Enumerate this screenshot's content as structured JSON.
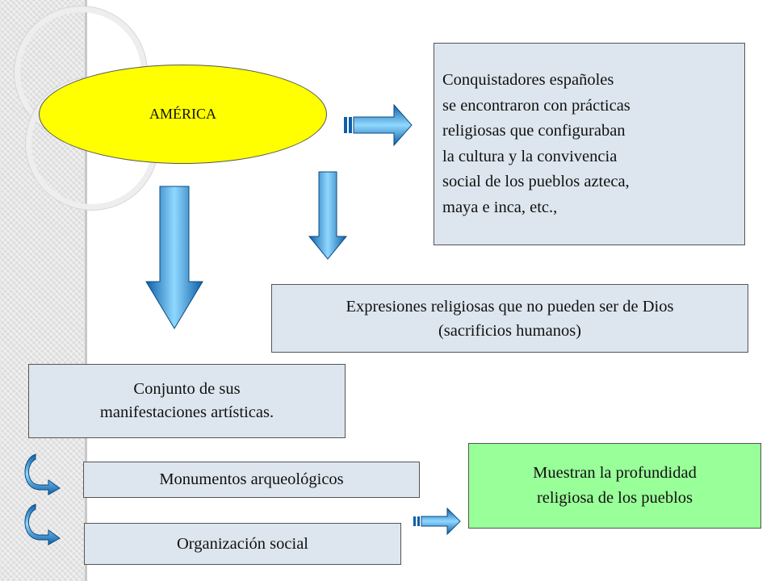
{
  "america": {
    "label": "AMÉRICA"
  },
  "conquistadores": {
    "lines": [
      "Conquistadores españoles",
      "se encontraron con prácticas",
      "religiosas que configuraban",
      "la cultura y la convivencia",
      "social de los pueblos azteca,",
      "maya e inca, etc.,"
    ]
  },
  "expresiones": {
    "lines": [
      "Expresiones religiosas que no pueden ser de Dios",
      "(sacrificios humanos)"
    ]
  },
  "conjunto": {
    "lines": [
      "Conjunto de sus",
      "manifestaciones artísticas."
    ]
  },
  "monumentos": {
    "label": "Monumentos arqueológicos"
  },
  "organizacion": {
    "label": "Organización social"
  },
  "muestran": {
    "lines": [
      "Muestran la profundidad",
      "religiosa de los pueblos"
    ]
  },
  "colors": {
    "ellipse": "#ffff00",
    "box": "#dde6ee",
    "green_box": "#99ff99",
    "arrow": "#1e90d8"
  }
}
